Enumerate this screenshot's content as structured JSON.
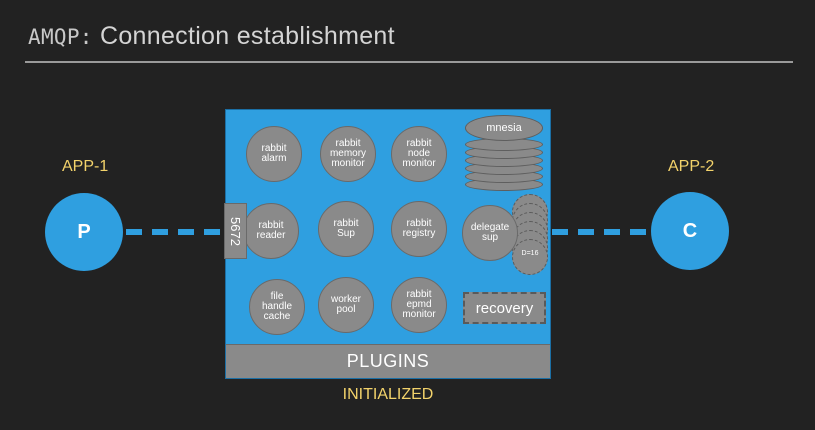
{
  "title": {
    "prefix": "AMQP",
    "separator": ":",
    "text": "Connection establishment"
  },
  "apps": {
    "left": {
      "label": "APP-1",
      "node": "P"
    },
    "right": {
      "label": "APP-2",
      "node": "C"
    }
  },
  "broker": {
    "port": "5672",
    "processes": [
      {
        "id": "rabbit-alarm",
        "label": "rabbit\nalarm"
      },
      {
        "id": "rabbit-memory-monitor",
        "label": "rabbit\nmemory\nmonitor"
      },
      {
        "id": "rabbit-node-monitor",
        "label": "rabbit\nnode\nmonitor"
      },
      {
        "id": "rabbit-reader",
        "label": "rabbit\nreader"
      },
      {
        "id": "rabbit-sup",
        "label": "rabbit\nSup"
      },
      {
        "id": "rabbit-registry",
        "label": "rabbit\nregistry"
      },
      {
        "id": "file-handle-cache",
        "label": "file\nhandle\ncache"
      },
      {
        "id": "worker-pool",
        "label": "worker\npool"
      },
      {
        "id": "rabbit-epmd-monitor",
        "label": "rabbit\nepmd\nmonitor"
      },
      {
        "id": "delegate-sup",
        "label": "delegate\nsup"
      }
    ],
    "mnesia": "mnesia",
    "delegate_count": "D=16",
    "recovery": "recovery",
    "plugins": "PLUGINS"
  },
  "state": "INITIALIZED",
  "colors": {
    "background": "#222222",
    "accent_blue": "#2f9fe0",
    "process_gray": "#8a8a8a",
    "label_yellow": "#f3d36b"
  }
}
